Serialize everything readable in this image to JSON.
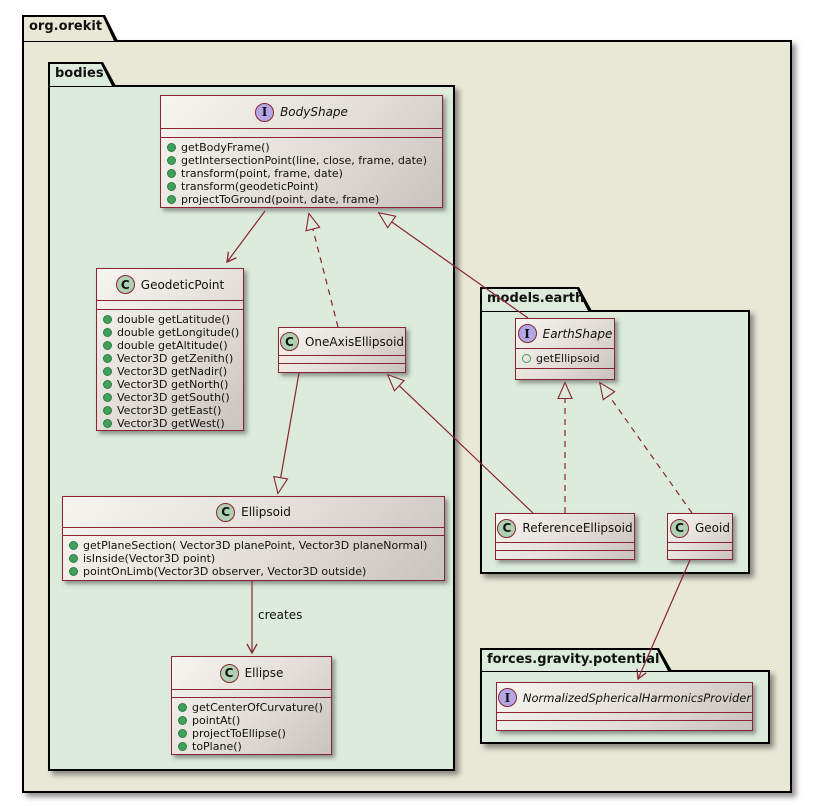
{
  "packages": {
    "org_orekit": {
      "label": "org.orekit"
    },
    "bodies": {
      "label": "bodies"
    },
    "models_earth": {
      "label": "models.earth"
    },
    "forces_gravity_potential": {
      "label": "forces.gravity.potential"
    }
  },
  "classes": {
    "body_shape": {
      "badge": "I",
      "name": "BodyShape",
      "methods": [
        "getBodyFrame()",
        "getIntersectionPoint(line, close, frame, date)",
        "transform(point, frame, date)",
        "transform(geodeticPoint)",
        "projectToGround(point, date, frame)"
      ]
    },
    "geodetic_point": {
      "badge": "C",
      "name": "GeodeticPoint",
      "methods": [
        "double getLatitude()",
        "double getLongitude()",
        "double getAltitude()",
        "Vector3D getZenith()",
        "Vector3D getNadir()",
        "Vector3D getNorth()",
        "Vector3D getSouth()",
        "Vector3D getEast()",
        "Vector3D getWest()"
      ]
    },
    "one_axis_ellipsoid": {
      "badge": "C",
      "name": "OneAxisEllipsoid"
    },
    "earth_shape": {
      "badge": "I",
      "name": "EarthShape",
      "fields": [
        "getEllipsoid"
      ]
    },
    "ellipsoid": {
      "badge": "C",
      "name": "Ellipsoid",
      "methods": [
        "getPlaneSection( Vector3D planePoint, Vector3D planeNormal)",
        "isInside(Vector3D point)",
        "pointOnLimb(Vector3D observer, Vector3D outside)"
      ]
    },
    "reference_ellipsoid": {
      "badge": "C",
      "name": "ReferenceEllipsoid"
    },
    "geoid": {
      "badge": "C",
      "name": "Geoid"
    },
    "ellipse": {
      "badge": "C",
      "name": "Ellipse",
      "methods": [
        "getCenterOfCurvature()",
        "pointAt()",
        "projectToEllipse()",
        "toPlane()"
      ]
    },
    "normalized_spherical_harmonics_provider": {
      "badge": "I",
      "name": "NormalizedSphericalHarmonicsProvider"
    }
  },
  "relations": {
    "creates_label": "creates"
  },
  "colors": {
    "outer_package_fill": "#e9e8d6",
    "inner_package_fill": "#dcebdb",
    "class_border": "#8a2432",
    "line_color": "#8a2432",
    "interface_badge_fill": "#b4a7e5",
    "class_badge_fill": "#add1b2",
    "method_dot_fill": "#41a05a"
  }
}
